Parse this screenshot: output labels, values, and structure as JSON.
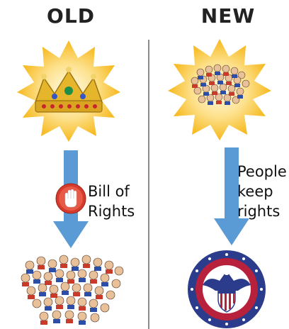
{
  "columns": {
    "old": {
      "title": "OLD",
      "label": "Bill of Rights"
    },
    "new": {
      "title": "NEW",
      "label": "People keep rights"
    }
  },
  "colors": {
    "arrow": "#5a9bd5",
    "sun": "#f8c52a",
    "stop": "#d63a2c",
    "seal_blue": "#2c3c8c",
    "seal_red": "#b8213b"
  },
  "icons": [
    "crown-icon",
    "crowd-icon",
    "stop-hand-icon",
    "eagle-seal-icon"
  ]
}
